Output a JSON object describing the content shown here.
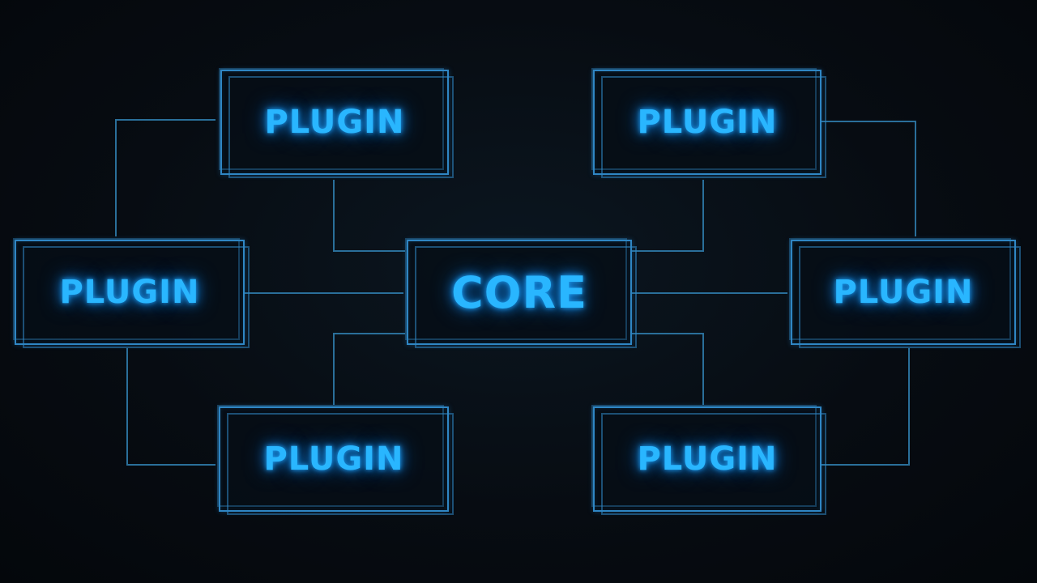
{
  "diagram": {
    "core": {
      "label": "CORE"
    },
    "plugins": [
      {
        "id": "top-left",
        "label": "PLUGIN"
      },
      {
        "id": "top-right",
        "label": "PLUGIN"
      },
      {
        "id": "mid-left",
        "label": "PLUGIN"
      },
      {
        "id": "mid-right",
        "label": "PLUGIN"
      },
      {
        "id": "bottom-left",
        "label": "PLUGIN"
      },
      {
        "id": "bottom-right",
        "label": "PLUGIN"
      }
    ]
  },
  "colors": {
    "background": "#05080d",
    "wire": "#2a6f9a",
    "box_border": "#2f86c4",
    "text_glow": "#29b6ff"
  }
}
